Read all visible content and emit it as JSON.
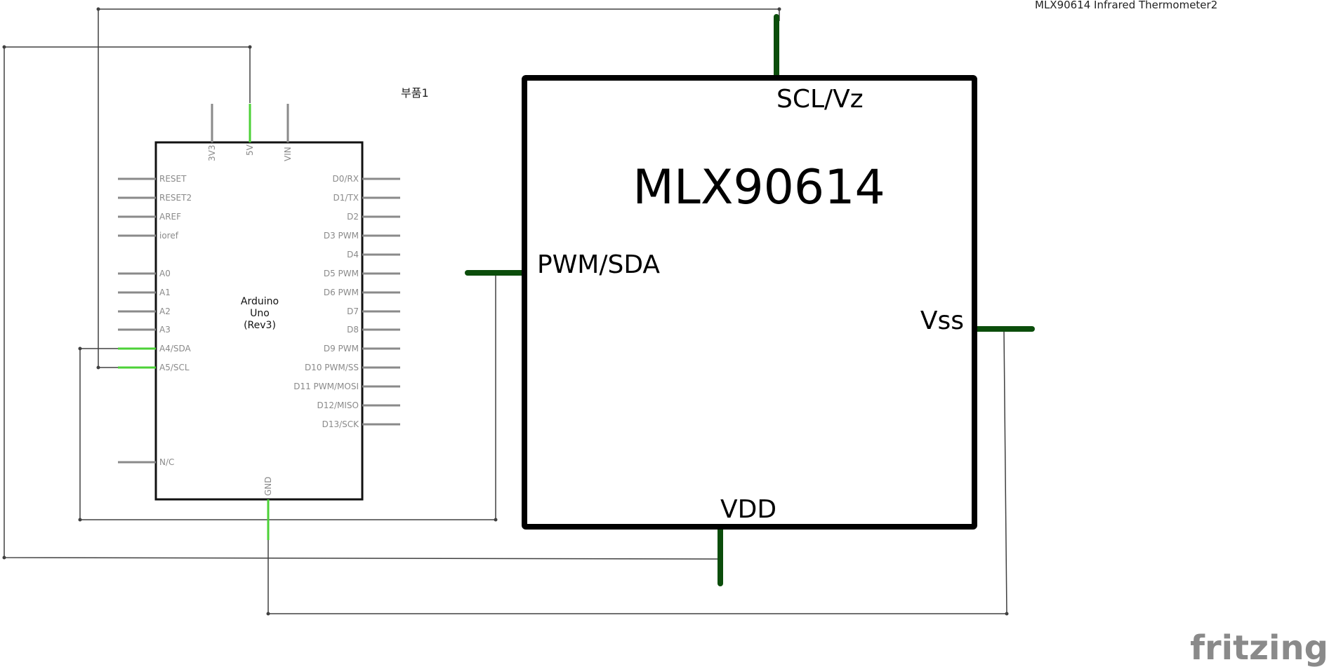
{
  "title": "MLX90614 Infrared Thermometer2",
  "arduino": {
    "part_label": "부품1",
    "name_lines": [
      "Arduino",
      "Uno",
      "(Rev3)"
    ],
    "top_pins": [
      "3V3",
      "5V",
      "VIN"
    ],
    "left_pins": [
      "RESET",
      "RESET2",
      "AREF",
      "ioref",
      "A0",
      "A1",
      "A2",
      "A3",
      "A4/SDA",
      "A5/SCL",
      "N/C"
    ],
    "right_pins": [
      "D0/RX",
      "D1/TX",
      "D2",
      "D3 PWM",
      "D4",
      "D5 PWM",
      "D6 PWM",
      "D7",
      "D8",
      "D9 PWM",
      "D10 PWM/SS",
      "D11 PWM/MOSI",
      "D12/MISO",
      "D13/SCK"
    ],
    "bottom_pins": [
      "GND"
    ]
  },
  "sensor": {
    "name": "MLX90614",
    "pin_scl": "SCL/Vz",
    "pin_sda": "PWM/SDA",
    "pin_vss": "Vss",
    "pin_vdd": "VDD"
  },
  "watermark": "fritzing",
  "colors": {
    "connected_pin": "#4cd137",
    "sensor_pin": "#0b4d0b",
    "wire": "#404040",
    "pin": "#8a8a8a"
  }
}
